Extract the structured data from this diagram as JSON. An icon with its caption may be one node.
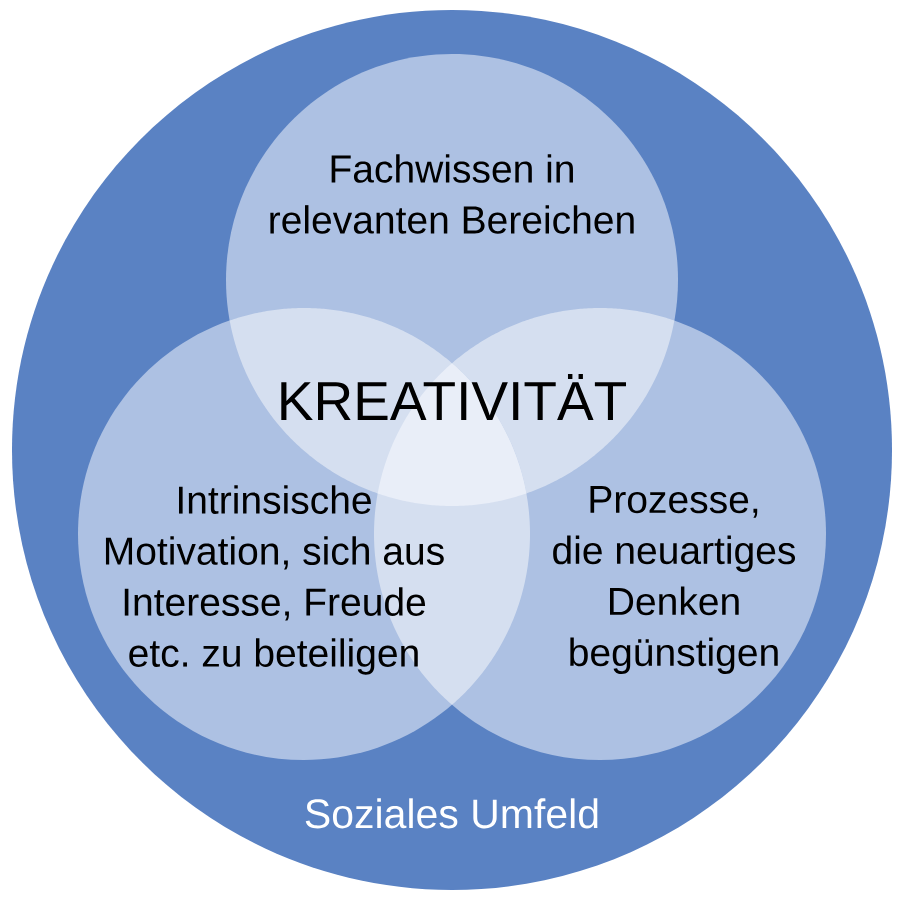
{
  "diagram": {
    "nodes": [
      {
        "text": [
          "Soziales Umfeld"
        ]
      },
      {
        "text": [
          "Fachwissen in relevanten Bereichen"
        ],
        "in": 0
      },
      {
        "text": [
          "Intrinsische Motivation, sich aus Interesse, Freude etc. zu beteiligen"
        ],
        "in": 0
      },
      {
        "text": [
          "Prozesse, die neuartiges Denken begünstigen"
        ],
        "in": 0
      }
    ],
    "labels": [
      "KREATIVITÄT"
    ]
  }
}
